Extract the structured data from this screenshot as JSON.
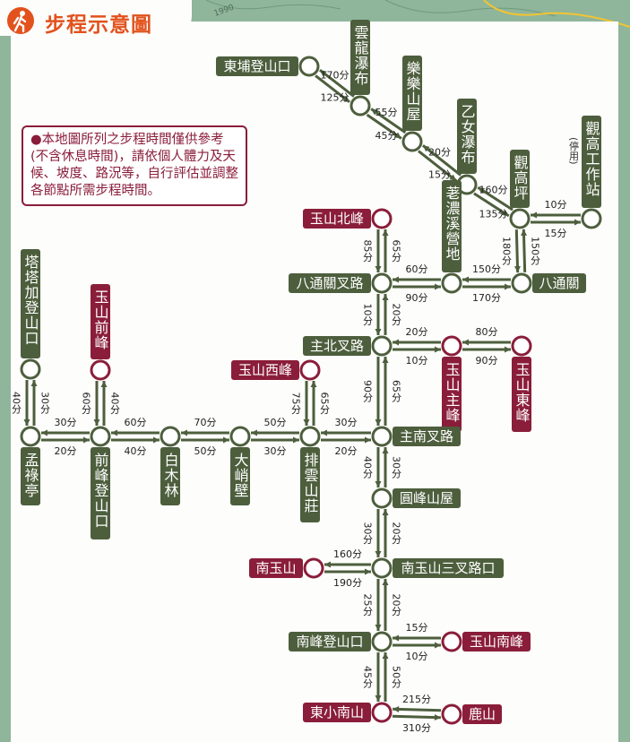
{
  "header": {
    "title": "步程示意圖",
    "icon": "hiker-icon"
  },
  "note": {
    "bullet": "●",
    "text": "本地圖所列之步程時間僅供參考(不含休息時間)，請依個人體力及天候、坡度、路況等，自行評估並調整各節點所需步程時間。"
  },
  "contour_label": "1990",
  "colors": {
    "route": "#4d5e3d",
    "node": "#4d5e3d",
    "peak": "#8a1d3a",
    "brand": "#e2521d"
  },
  "nodes": [
    {
      "id": "dongpu",
      "label": "東埔登山口",
      "type": "place"
    },
    {
      "id": "yunlong",
      "label": "雲龍瀑布",
      "type": "place"
    },
    {
      "id": "lele",
      "label": "樂樂山屋",
      "type": "place"
    },
    {
      "id": "yinu",
      "label": "乙女瀑布",
      "type": "place"
    },
    {
      "id": "guangaoping",
      "label": "觀高坪",
      "type": "place"
    },
    {
      "id": "guangao",
      "label": "觀高工作站",
      "sub": "(停用)",
      "type": "place"
    },
    {
      "id": "yushan_north",
      "label": "玉山北峰",
      "type": "peak"
    },
    {
      "id": "laonong",
      "label": "荖濃溪營地",
      "type": "place"
    },
    {
      "id": "batongguan_cha",
      "label": "八通關叉路",
      "type": "place"
    },
    {
      "id": "batongguan",
      "label": "八通關",
      "type": "place"
    },
    {
      "id": "zhubei",
      "label": "主北叉路",
      "type": "place"
    },
    {
      "id": "main_peak",
      "label": "玉山主峰",
      "type": "peak"
    },
    {
      "id": "east_peak",
      "label": "玉山東峰",
      "type": "peak"
    },
    {
      "id": "west_peak",
      "label": "玉山西峰",
      "type": "peak"
    },
    {
      "id": "front_peak",
      "label": "玉山前峰",
      "type": "peak"
    },
    {
      "id": "tataka",
      "label": "塔塔加登山口",
      "type": "place"
    },
    {
      "id": "menglu",
      "label": "孟祿亭",
      "type": "place"
    },
    {
      "id": "qianfeng",
      "label": "前峰登山口",
      "type": "place"
    },
    {
      "id": "baimu",
      "label": "白木林",
      "type": "place"
    },
    {
      "id": "daqiao",
      "label": "大峭壁",
      "type": "place"
    },
    {
      "id": "paiyun",
      "label": "排雲山莊",
      "type": "place"
    },
    {
      "id": "zhunan",
      "label": "主南叉路",
      "type": "place"
    },
    {
      "id": "yuanfeng",
      "label": "圓峰山屋",
      "type": "place"
    },
    {
      "id": "south_jct",
      "label": "南玉山三叉路口",
      "type": "place"
    },
    {
      "id": "south_yushan",
      "label": "南玉山",
      "type": "peak"
    },
    {
      "id": "nanfeng",
      "label": "南峰登山口",
      "type": "place"
    },
    {
      "id": "south_peak",
      "label": "玉山南峰",
      "type": "peak"
    },
    {
      "id": "dongxiao",
      "label": "東小南山",
      "type": "peak"
    },
    {
      "id": "lushan",
      "label": "鹿山",
      "type": "peak"
    }
  ],
  "times": [
    {
      "from": "dongpu",
      "to": "yunlong",
      "fwd": "170分",
      "back": "125分"
    },
    {
      "from": "yunlong",
      "to": "lele",
      "fwd": "55分",
      "back": "45分"
    },
    {
      "from": "lele",
      "to": "yinu",
      "fwd": "20分",
      "back": "15分"
    },
    {
      "from": "yinu",
      "to": "guangaoping",
      "fwd": "160分",
      "back": "135分"
    },
    {
      "from": "guangaoping",
      "to": "guangao",
      "fwd": "10分",
      "back": "15分"
    },
    {
      "from": "guangaoping",
      "to": "batongguan",
      "fwd": "150分",
      "back": "180分"
    },
    {
      "from": "batongguan_cha",
      "to": "laonong",
      "fwd": "60分",
      "back": "90分"
    },
    {
      "from": "laonong",
      "to": "batongguan",
      "fwd": "150分",
      "back": "170分"
    },
    {
      "from": "batongguan_cha",
      "to": "yushan_north",
      "fwd": "85分",
      "back": "65分"
    },
    {
      "from": "zhubei",
      "to": "batongguan_cha",
      "fwd": "10分",
      "back": "20分"
    },
    {
      "from": "zhubei",
      "to": "main_peak",
      "fwd": "20分",
      "back": "10分"
    },
    {
      "from": "main_peak",
      "to": "east_peak",
      "fwd": "80分",
      "back": "90分"
    },
    {
      "from": "zhunan",
      "to": "zhubei",
      "fwd": "90分",
      "back": "65分"
    },
    {
      "from": "paiyun",
      "to": "west_peak",
      "fwd": "75分",
      "back": "65分"
    },
    {
      "from": "tataka",
      "to": "menglu",
      "fwd": "30分",
      "back": "40分"
    },
    {
      "from": "qianfeng",
      "to": "front_peak",
      "fwd": "60分",
      "back": "40分"
    },
    {
      "from": "menglu",
      "to": "qianfeng",
      "fwd": "30分",
      "back": "20分"
    },
    {
      "from": "qianfeng",
      "to": "baimu",
      "fwd": "60分",
      "back": "40分"
    },
    {
      "from": "baimu",
      "to": "daqiao",
      "fwd": "70分",
      "back": "50分"
    },
    {
      "from": "daqiao",
      "to": "paiyun",
      "fwd": "50分",
      "back": "30分"
    },
    {
      "from": "paiyun",
      "to": "zhunan",
      "fwd": "30分",
      "back": "20分"
    },
    {
      "from": "zhunan",
      "to": "yuanfeng",
      "fwd": "30分",
      "back": "40分"
    },
    {
      "from": "yuanfeng",
      "to": "south_jct",
      "fwd": "20分",
      "back": "30分"
    },
    {
      "from": "south_jct",
      "to": "south_yushan",
      "fwd": "190分",
      "back": "160分"
    },
    {
      "from": "south_jct",
      "to": "nanfeng",
      "fwd": "20分",
      "back": "25分"
    },
    {
      "from": "nanfeng",
      "to": "south_peak",
      "fwd": "15分",
      "back": "10分"
    },
    {
      "from": "nanfeng",
      "to": "dongxiao",
      "fwd": "50分",
      "back": "45分"
    },
    {
      "from": "dongxiao",
      "to": "lushan",
      "fwd": "215分",
      "back": "310分"
    }
  ]
}
